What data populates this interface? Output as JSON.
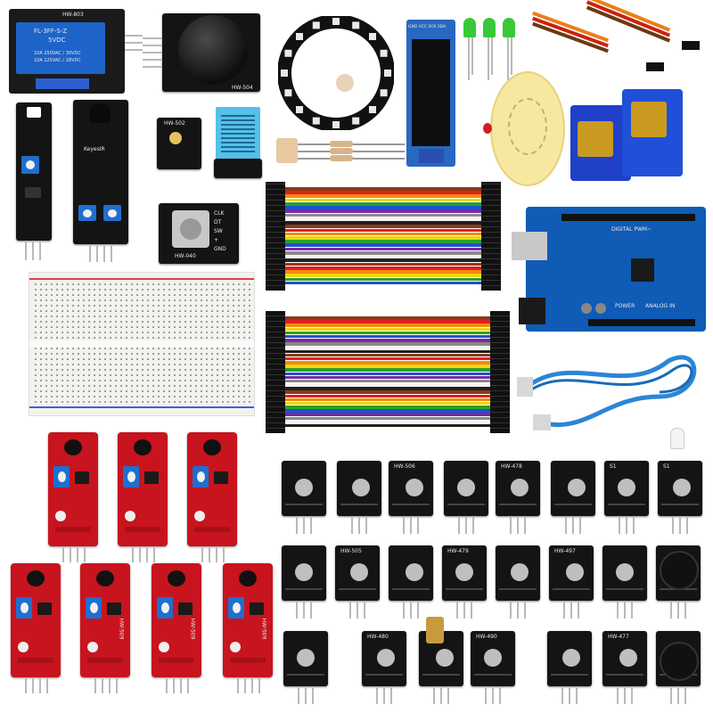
{
  "labels": {
    "relay_module": "HW-803",
    "relay_body": "FL-3FF-S-Z",
    "relay_voltage": "5VDC",
    "relay_rating1": "10A 250VAC / 30VDC",
    "relay_rating2": "10A 125VAC / 28VDC",
    "joystick_module": "HW-504",
    "ir_module": "KeyesIR",
    "dht_module": "HW-502",
    "encoder_module": "HW-040",
    "encoder_pins": [
      "CLK",
      "DT",
      "SW",
      "+",
      "GND"
    ],
    "oled_pins": "GND VCC SCK SDA",
    "uno_label": "DIGITAL PWM~",
    "uno_analog": "ANALOG IN",
    "uno_power": "POWER",
    "sensor_labels_row1": [
      "HW-506",
      "HW-478",
      "S1",
      "S1"
    ],
    "sensor_labels_row2": [
      "HW-505",
      "HW-479",
      "HW-497"
    ],
    "sensor_labels_row3": [
      "HW-480",
      "HW-490",
      "HW-477"
    ],
    "red_module_label": "HW-509"
  },
  "colors": {
    "pcb_black": "#141414",
    "pcb_red": "#c8141e",
    "uno_blue": "#0f5bb5",
    "relay_blue": "#1e63c8",
    "oled_blue": "#2868c0",
    "usb_cable": "#2b86d6",
    "led_green": "#38c838",
    "servo_blue": "#2040c8",
    "buzzer_yellow": "#f6e8a0",
    "breadboard": "#f2f2ee"
  },
  "ribbon_colors": [
    "#8a3b1a",
    "#e02020",
    "#f08a10",
    "#f2d410",
    "#2aa02a",
    "#2050d0",
    "#7a2aa0",
    "#8a8a8a",
    "#f4f4f4",
    "#202020"
  ]
}
